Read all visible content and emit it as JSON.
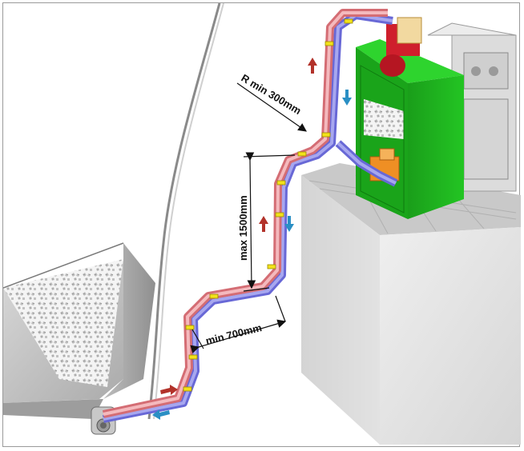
{
  "labels": {
    "radius": "R min 300mm",
    "height": "max 1500mm",
    "length": "min 700mm"
  },
  "colors": {
    "supply_pipe": "#e2888c",
    "return_pipe": "#7f7fdc",
    "boiler": "#1fbc1f",
    "hopper_dispenser": "#e68a22",
    "arrow_supply": "#b2322a",
    "arrow_return": "#2a8fc4",
    "clips": "#f2e21a"
  }
}
